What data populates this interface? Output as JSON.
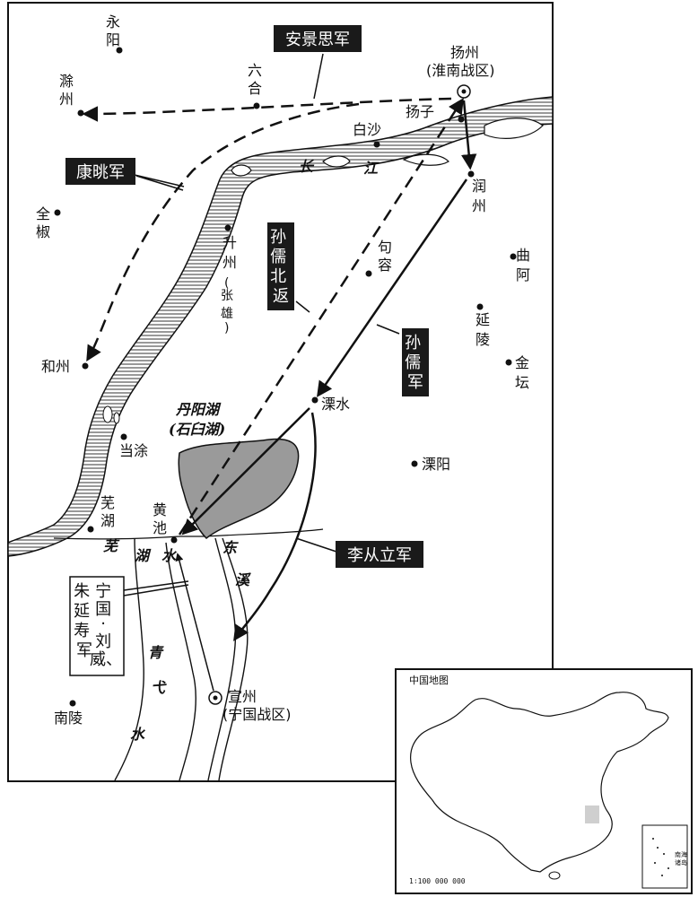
{
  "cities": {
    "yongyang": "永阳",
    "chuzhou": "滁州",
    "liuhe": "六合",
    "yangzhou": "扬州",
    "yangzhou_sub": "(淮南战区)",
    "yangzi": "扬子",
    "baisha": "白沙",
    "runzhou": "润州",
    "quanjiao": "全椒",
    "shengzhou": "升州",
    "shengzhou_sub": "(张雄)",
    "jurong": "句容",
    "qua": "曲阿",
    "yanling": "延陵",
    "jintan": "金坛",
    "hezhou": "和州",
    "lishui": "溧水",
    "dangtu": "当涂",
    "liyang": "溧阳",
    "wuhu": "芜湖",
    "huangchi": "黄池",
    "nanling": "南陵",
    "xuanzhou": "宣州",
    "xuanzhou_sub": "(宁国战区)"
  },
  "water": {
    "changjiang_1": "长",
    "changjiang_2": "江",
    "danyang_lake": "丹阳湖",
    "danyang_lake_sub": "(石臼湖)",
    "wuhu_water": "芜湖水",
    "dongxi": "东溪",
    "qingyi": "青弋水"
  },
  "armies": {
    "an_jingsi": "安景思军",
    "kang_wangjun": "康晀军",
    "sun_ru_return": "孙儒北返",
    "sun_ru": "孙儒军",
    "li_congli": "李从立军",
    "ningguo_1": "宁国·刘威、",
    "ningguo_2": "朱延寿军"
  },
  "inset": {
    "title": "中国地图",
    "scale": "1∶100 000 000",
    "south_sea": "南海诸岛"
  },
  "colors": {
    "ink": "#111111",
    "paper": "#ffffff",
    "lake": "#9a9a9a",
    "hatch": "#555555",
    "label_box": "#1a1a1a",
    "highlight": "#cfcfcf"
  }
}
